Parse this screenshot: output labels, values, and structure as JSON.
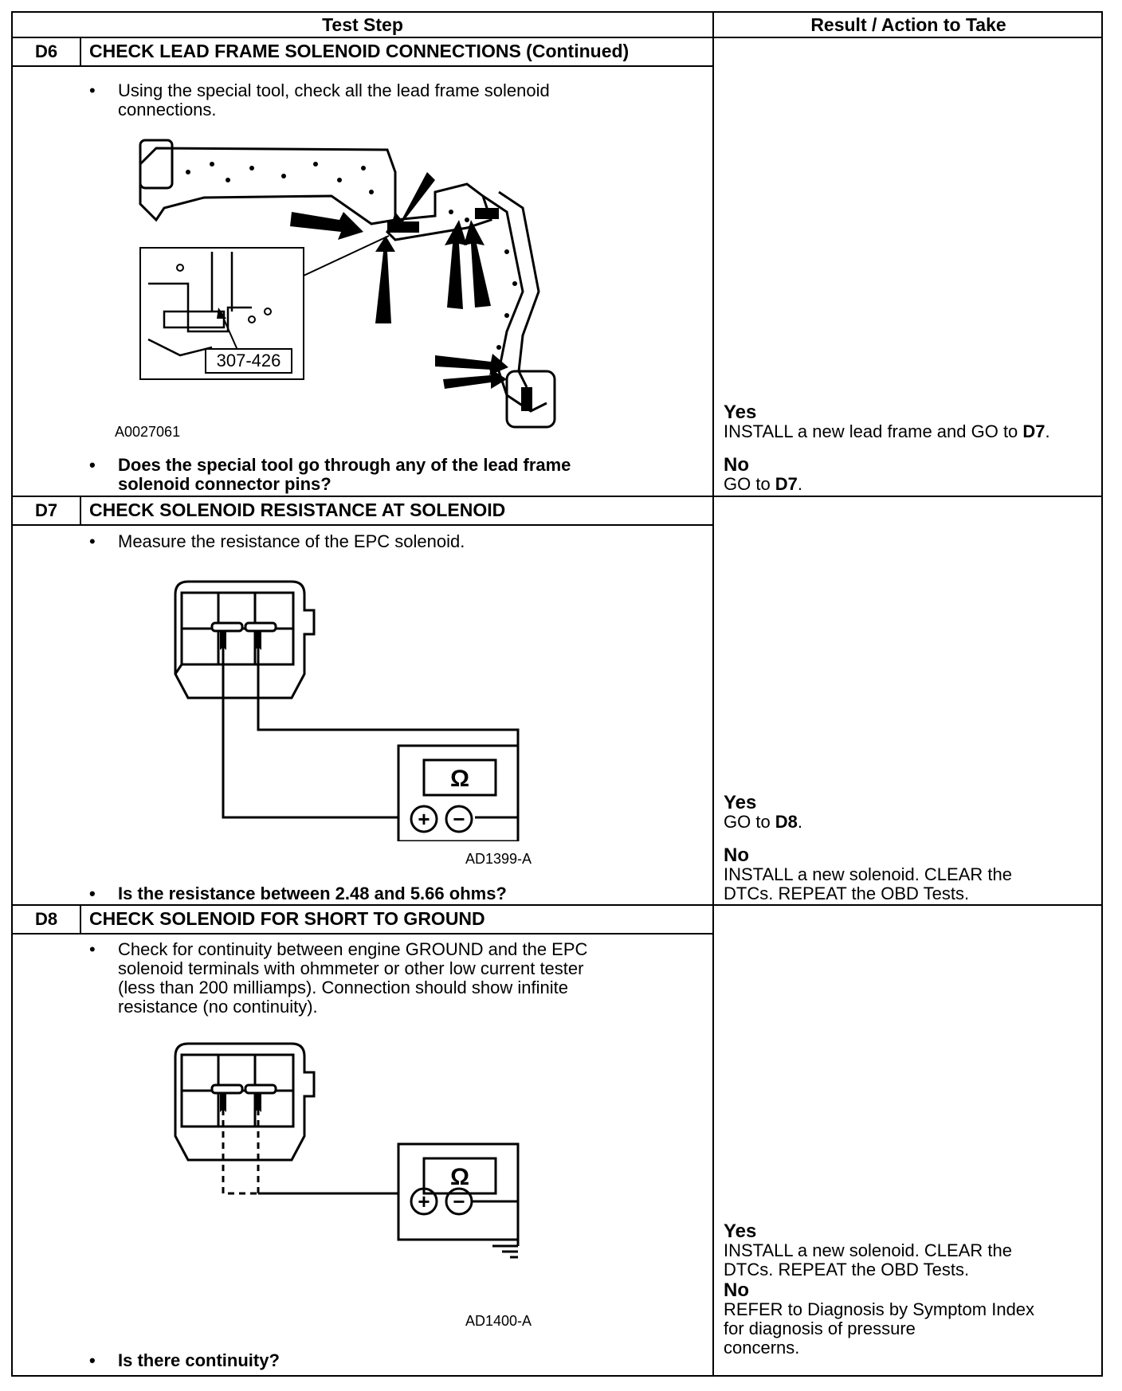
{
  "header": {
    "test_step": "Test Step",
    "result_action": "Result / Action to Take"
  },
  "steps": {
    "d6": {
      "code": "D6",
      "title": "CHECK LEAD FRAME SOLENOID CONNECTIONS (Continued)",
      "bullet1": "Using the special tool, check all the lead frame solenoid\nconnections.",
      "tool_label": "307-426",
      "figure_id": "A0027061",
      "question": "Does the special tool go through any of the lead frame\nsolenoid connector pins?",
      "yes_label": "Yes",
      "yes_text_a": "INSTALL a new lead frame and GO to ",
      "yes_ref": "D7",
      "no_label": "No",
      "no_text_a": "GO to ",
      "no_ref": "D7"
    },
    "d7": {
      "code": "D7",
      "title": "CHECK SOLENOID RESISTANCE AT SOLENOID",
      "bullet1": "Measure the resistance of the EPC solenoid.",
      "figure_id": "AD1399-A",
      "ohm_symbol": "Ω",
      "plus": "+",
      "minus": "−",
      "question": "Is the resistance between 2.48 and 5.66 ohms?",
      "yes_label": "Yes",
      "yes_text_a": "GO to ",
      "yes_ref": "D8",
      "no_label": "No",
      "no_text": "INSTALL a new solenoid. CLEAR the\nDTCs. REPEAT the OBD Tests."
    },
    "d8": {
      "code": "D8",
      "title": "CHECK SOLENOID FOR SHORT TO GROUND",
      "bullet1": "Check for continuity between engine GROUND and the EPC\nsolenoid terminals with ohmmeter or other low current tester\n(less than 200 milliamps). Connection should show infinite\nresistance (no continuity).",
      "figure_id": "AD1400-A",
      "ohm_symbol": "Ω",
      "plus": "+",
      "minus": "−",
      "question": "Is there continuity?",
      "yes_label": "Yes",
      "yes_text": "INSTALL a new solenoid. CLEAR the\nDTCs. REPEAT the OBD Tests.",
      "no_label": "No",
      "no_text": "REFER to Diagnosis by Symptom Index\nfor diagnosis of pressure\nconcerns."
    }
  }
}
